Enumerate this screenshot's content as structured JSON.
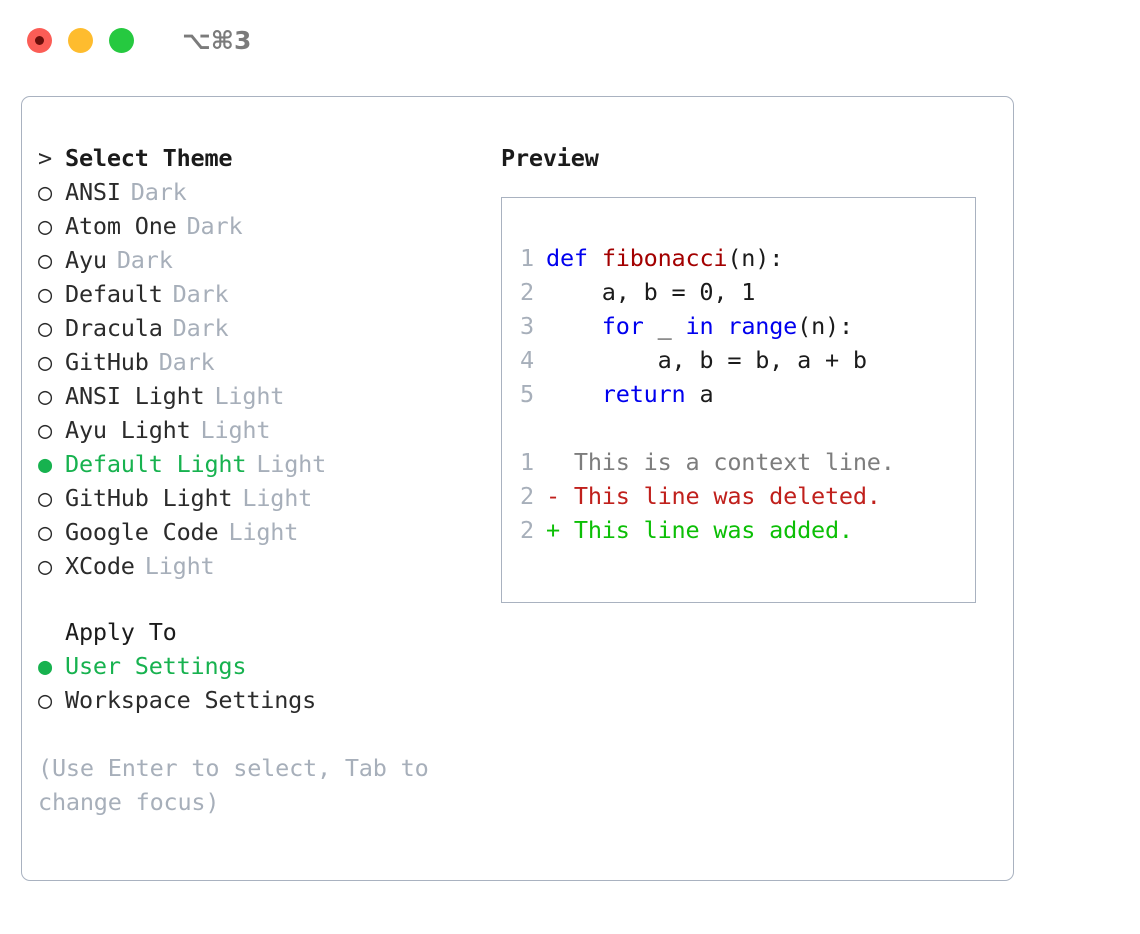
{
  "titlebar": {
    "shortcut": "⌥⌘3",
    "buttons": [
      {
        "name": "close",
        "color": "#fb5d56"
      },
      {
        "name": "minimize",
        "color": "#febc2e"
      },
      {
        "name": "zoom",
        "color": "#26c940"
      }
    ]
  },
  "theme_picker": {
    "heading_marker": ">",
    "heading": "Select Theme",
    "unselected_marker": "○",
    "selected_marker": "●",
    "items": [
      {
        "marker": "○",
        "label": "ANSI",
        "variant": "Dark",
        "selected": false
      },
      {
        "marker": "○",
        "label": "Atom One",
        "variant": "Dark",
        "selected": false
      },
      {
        "marker": "○",
        "label": "Ayu",
        "variant": "Dark",
        "selected": false
      },
      {
        "marker": "○",
        "label": "Default",
        "variant": "Dark",
        "selected": false
      },
      {
        "marker": "○",
        "label": "Dracula",
        "variant": "Dark",
        "selected": false
      },
      {
        "marker": "○",
        "label": "GitHub",
        "variant": "Dark",
        "selected": false
      },
      {
        "marker": "○",
        "label": "ANSI Light",
        "variant": "Light",
        "selected": false
      },
      {
        "marker": "○",
        "label": "Ayu Light",
        "variant": "Light",
        "selected": false
      },
      {
        "marker": "●",
        "label": "Default Light",
        "variant": "Light",
        "selected": true
      },
      {
        "marker": "○",
        "label": "GitHub Light",
        "variant": "Light",
        "selected": false
      },
      {
        "marker": "○",
        "label": "Google Code",
        "variant": "Light",
        "selected": false
      },
      {
        "marker": "○",
        "label": "XCode",
        "variant": "Light",
        "selected": false
      }
    ]
  },
  "apply_to": {
    "heading": "Apply To",
    "items": [
      {
        "marker": "●",
        "label": "User Settings",
        "selected": true
      },
      {
        "marker": "○",
        "label": "Workspace Settings",
        "selected": false
      }
    ]
  },
  "hint": "(Use Enter to select, Tab to change focus)",
  "preview": {
    "title": "Preview",
    "code_lines": [
      {
        "no": "1",
        "tokens": [
          {
            "t": "def",
            "c": "kw"
          },
          {
            "t": " ",
            "c": "pl"
          },
          {
            "t": "fibonacci",
            "c": "fn"
          },
          {
            "t": "(n):",
            "c": "pl"
          }
        ]
      },
      {
        "no": "2",
        "tokens": [
          {
            "t": "    a, b = 0, 1",
            "c": "pl"
          }
        ]
      },
      {
        "no": "3",
        "tokens": [
          {
            "t": "    ",
            "c": "pl"
          },
          {
            "t": "for",
            "c": "kw"
          },
          {
            "t": " _ ",
            "c": "pl"
          },
          {
            "t": "in",
            "c": "kw"
          },
          {
            "t": " ",
            "c": "pl"
          },
          {
            "t": "range",
            "c": "kw"
          },
          {
            "t": "(n):",
            "c": "pl"
          }
        ]
      },
      {
        "no": "4",
        "tokens": [
          {
            "t": "        a, b = b, a + b",
            "c": "pl"
          }
        ]
      },
      {
        "no": "5",
        "tokens": [
          {
            "t": "    ",
            "c": "pl"
          },
          {
            "t": "return",
            "c": "kw"
          },
          {
            "t": " a",
            "c": "pl"
          }
        ]
      }
    ],
    "diff_lines": [
      {
        "no": "1",
        "text": "  This is a context line.",
        "kind": "ctx"
      },
      {
        "no": "2",
        "text": "- This line was deleted.",
        "kind": "del"
      },
      {
        "no": "2",
        "text": "+ This line was added.",
        "kind": "add"
      }
    ]
  },
  "colors": {
    "accent_green": "#17b24f",
    "muted": "#a7afba",
    "border": "#a9b2c0",
    "keyword_blue": "#0000ee",
    "function_red": "#a30000",
    "diff_delete": "#c0201c",
    "diff_add": "#0cbf06",
    "text": "#1b1b1b"
  }
}
